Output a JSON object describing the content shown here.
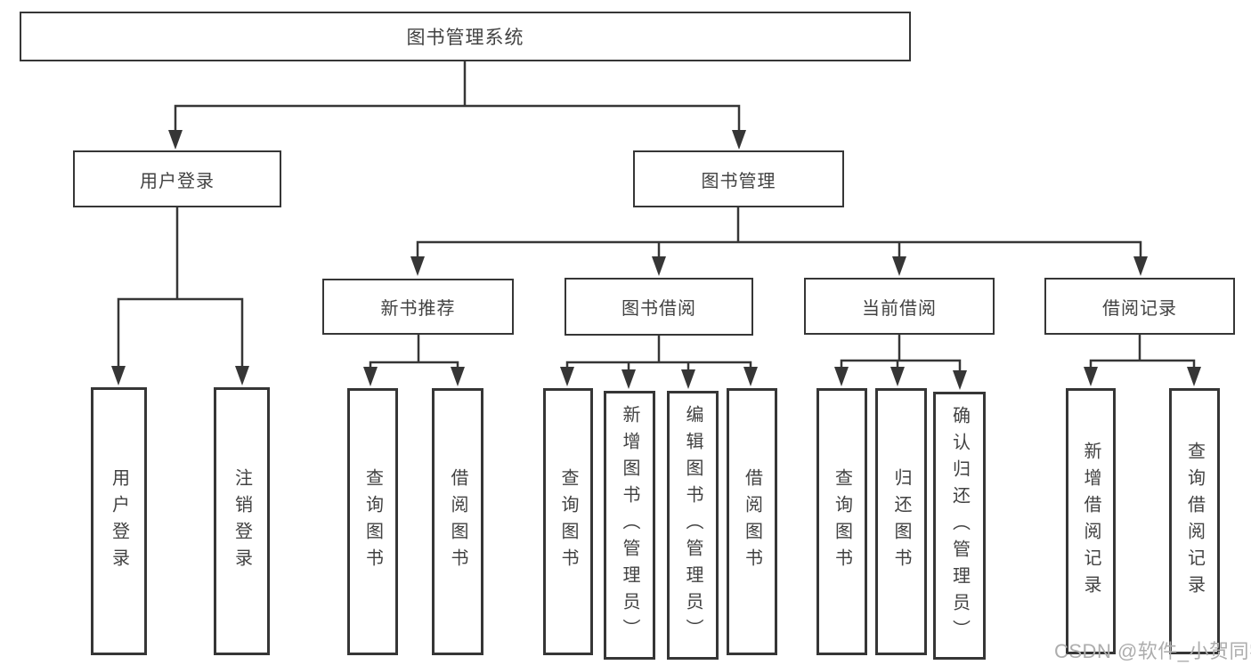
{
  "diagram": {
    "root": {
      "label": "图书管理系统",
      "children": [
        {
          "label": "用户登录",
          "children": [
            {
              "label": "用户登录"
            },
            {
              "label": "注销登录"
            }
          ]
        },
        {
          "label": "图书管理",
          "children": [
            {
              "label": "新书推荐",
              "children": [
                {
                  "label": "查询图书"
                },
                {
                  "label": "借阅图书"
                }
              ]
            },
            {
              "label": "图书借阅",
              "children": [
                {
                  "label": "查询图书"
                },
                {
                  "label": "新增图书（管理员）"
                },
                {
                  "label": "编辑图书（管理员）"
                },
                {
                  "label": "借阅图书"
                }
              ]
            },
            {
              "label": "当前借阅",
              "children": [
                {
                  "label": "查询图书"
                },
                {
                  "label": "归还图书"
                },
                {
                  "label": "确认归还（管理员）"
                }
              ]
            },
            {
              "label": "借阅记录",
              "children": [
                {
                  "label": "新增借阅记录"
                },
                {
                  "label": "查询借阅记录"
                }
              ]
            }
          ]
        }
      ]
    }
  },
  "watermark": {
    "text": "CSDN @软件_小贺同学"
  },
  "colors": {
    "line": "#363636",
    "box_border": "#363636",
    "box_fill": "#ffffff",
    "text": "#424242",
    "watermark": "#adadad",
    "background": "#ffffff"
  }
}
